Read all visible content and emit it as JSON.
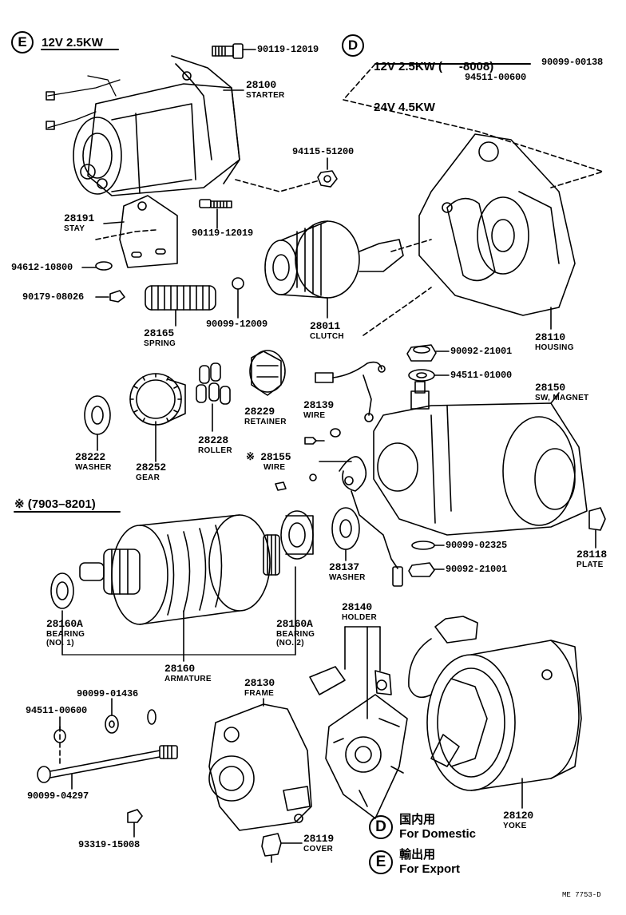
{
  "headers": {
    "export_circle": "E",
    "export_spec": "12V 2.5KW",
    "domestic_circle": "D",
    "domestic_spec_line1": "12V 2.5KW (     -8008)",
    "domestic_spec_line2": "24V 4.5KW",
    "note_range": "※ (7903–8201)"
  },
  "parts": {
    "p90119_top": "90119-12019",
    "p28100": "28100",
    "p28100_name": "STARTER",
    "p94511_00600_top": "94511-00600",
    "p90099_00138": "90099-00138",
    "p94115": "94115-51200",
    "p28191": "28191",
    "p28191_name": "STAY",
    "p90119_mid": "90119-12019",
    "p94612": "94612-10800",
    "p90179": "90179-08026",
    "p28165": "28165",
    "p28165_name": "SPRING",
    "p90099_12009": "90099-12009",
    "p28011": "28011",
    "p28011_name": "CLUTCH",
    "p28110": "28110",
    "p28110_name": "HOUSING",
    "p90092_top": "90092-21001",
    "p94511_01000": "94511-01000",
    "p28150": "28150",
    "p28150_name": "SW, MAGNET",
    "p28229": "28229",
    "p28229_name": "RETAINER",
    "p28139": "28139",
    "p28139_name": "WIRE",
    "p28222": "28222",
    "p28222_name": "WASHER",
    "p28252": "28252",
    "p28252_name": "GEAR",
    "p28228": "28228",
    "p28228_name": "ROLLER",
    "p28155": "※ 28155",
    "p28155_name": "WIRE",
    "p28118": "28118",
    "p28118_name": "PLATE",
    "p90099_02325": "90099-02325",
    "p90092_bot": "90092-21001",
    "p28137": "28137",
    "p28137_name": "WASHER",
    "p28160A_1": "28160A",
    "p28160A_1_name": "BEARING",
    "p28160A_1_sub": "(NO. 1)",
    "p28160A_2": "28160A",
    "p28160A_2_name": "BEARING",
    "p28160A_2_sub": "(NO. 2)",
    "p28160": "28160",
    "p28160_name": "ARMATURE",
    "p28140": "28140",
    "p28140_name": "HOLDER",
    "p28130": "28130",
    "p28130_name": "FRAME",
    "p90099_01436": "90099-01436",
    "p94511_00600_bot": "94511-00600",
    "p90099_04297": "90099-04297",
    "p93319": "93319-15008",
    "p28119": "28119",
    "p28119_name": "COVER",
    "p28120": "28120",
    "p28120_name": "YOKE"
  },
  "legend": {
    "d_circle": "D",
    "d_jp": "国内用",
    "d_en": "For Domestic",
    "e_circle": "E",
    "e_jp": "輸出用",
    "e_en": "For Export"
  },
  "footer_code": "ME 7753-D"
}
